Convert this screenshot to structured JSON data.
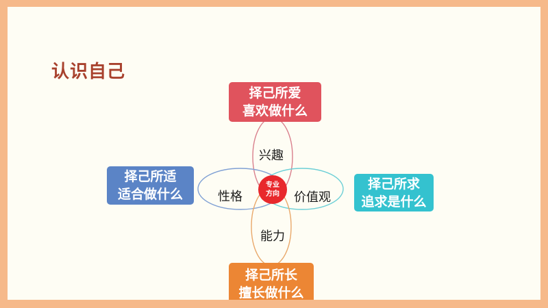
{
  "title": "认识自己",
  "boxes": {
    "top": {
      "line1": "择己所爱",
      "line2": "喜欢做什么",
      "color": "#e0535d"
    },
    "left": {
      "line1": "择己所适",
      "line2": "适合做什么",
      "color": "#5b84c6"
    },
    "right": {
      "line1": "择己所求",
      "line2": "追求是什么",
      "color": "#34c2cf"
    },
    "bottom": {
      "line1": "择己所长",
      "line2": "擅长做什么",
      "color": "#ec8634"
    }
  },
  "petals": {
    "top": "兴趣",
    "left": "性格",
    "right": "价值观",
    "bottom": "能力"
  },
  "center": {
    "line1": "专业",
    "line2": "方向",
    "color": "#e8282c"
  }
}
